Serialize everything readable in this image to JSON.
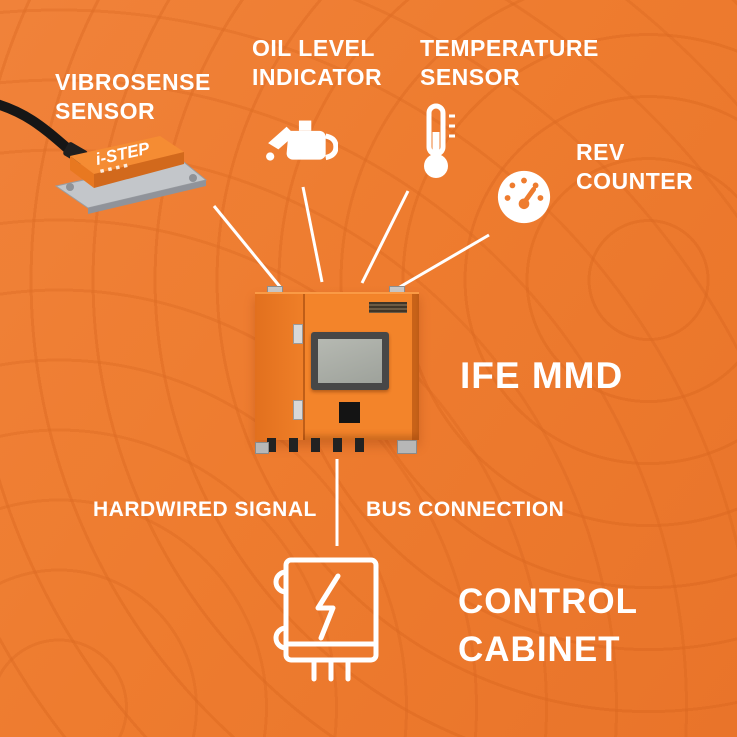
{
  "colors": {
    "background": "#ee7c2f",
    "icon_white": "#ffffff",
    "device_orange": "#f3842a"
  },
  "sensors": {
    "vibrosense": {
      "line1": "VIBROSENSE",
      "line2": "SENSOR",
      "brand": "i-STEP",
      "icon": "vibrosense-sensor-photo"
    },
    "oil": {
      "line1": "OIL LEVEL",
      "line2": "INDICATOR",
      "icon": "oil-can-icon"
    },
    "temperature": {
      "line1": "TEMPERATURE",
      "line2": "SENSOR",
      "icon": "thermometer-icon"
    },
    "rev": {
      "line1": "REV",
      "line2": "COUNTER",
      "icon": "rev-counter-gauge-icon"
    }
  },
  "device": {
    "name": "IFE MMD"
  },
  "connections": {
    "left_label": "HARDWIRED SIGNAL",
    "right_label": "BUS CONNECTION"
  },
  "cabinet": {
    "line1": "CONTROL",
    "line2": "CABINET",
    "icon": "control-cabinet-icon"
  }
}
